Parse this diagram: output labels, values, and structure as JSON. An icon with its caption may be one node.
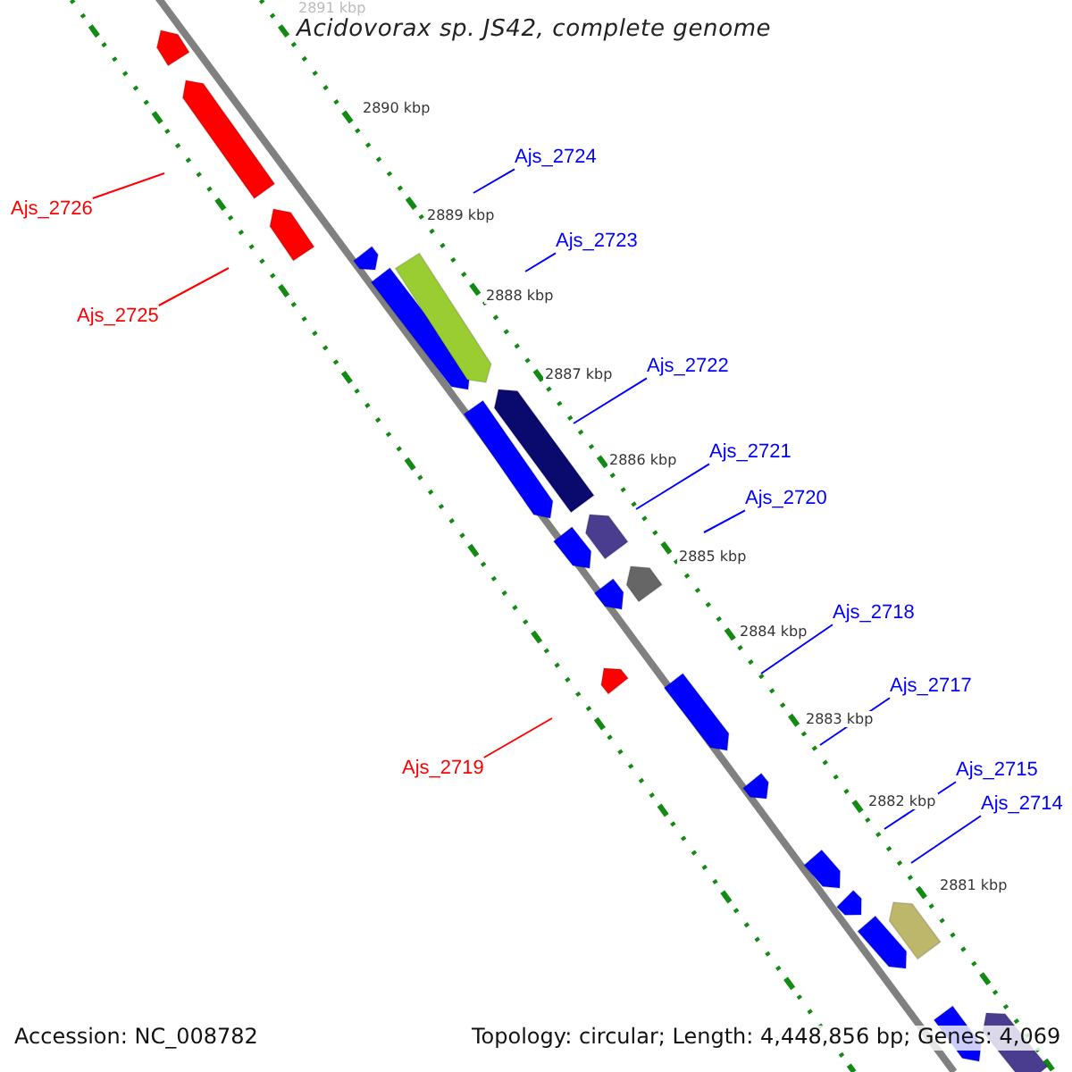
{
  "diagram": {
    "title": "Acidovorax sp. JS42, complete genome",
    "nodes": [
      {
        "text": [
          "Ajs_2724"
        ]
      },
      {
        "text": [
          "Ajs_2726"
        ]
      },
      {
        "text": [
          "Ajs_2723"
        ]
      },
      {
        "text": [
          "Ajs_2725"
        ]
      },
      {
        "text": [
          "Ajs_2722"
        ]
      },
      {
        "text": [
          "Ajs_2721"
        ]
      },
      {
        "text": [
          "Ajs_2720"
        ]
      },
      {
        "text": [
          "Ajs_2718"
        ]
      },
      {
        "text": [
          "Ajs_2717"
        ]
      },
      {
        "text": [
          "Ajs_2719"
        ]
      },
      {
        "text": [
          "Ajs_2715"
        ]
      },
      {
        "text": [
          "Ajs_2714"
        ]
      }
    ],
    "edges": [
      {
        "from": 0,
        "to": null,
        "arrow": "none"
      },
      {
        "from": 1,
        "to": null,
        "arrow": "none",
        "color": "#ff0000"
      },
      {
        "from": 2,
        "to": null,
        "arrow": "none"
      },
      {
        "from": 3,
        "to": null,
        "arrow": "none",
        "color": "#ff0000"
      },
      {
        "from": 4,
        "to": null,
        "arrow": "none"
      },
      {
        "from": 5,
        "to": null,
        "arrow": "none"
      },
      {
        "from": 6,
        "to": null,
        "arrow": "none"
      },
      {
        "from": 7,
        "to": null,
        "arrow": "none"
      },
      {
        "from": 8,
        "to": null,
        "arrow": "none"
      },
      {
        "from": 9,
        "to": null,
        "arrow": "none",
        "color": "#ff0000"
      },
      {
        "from": 10,
        "to": null,
        "arrow": "none"
      },
      {
        "from": 11,
        "to": null,
        "arrow": "none"
      }
    ],
    "labels": [
      "2891 kbp",
      "2890 kbp",
      "2889 kbp",
      "2888 kbp",
      "2887 kbp",
      "2886 kbp",
      "2885 kbp",
      "2884 kbp",
      "2883 kbp",
      "2882 kbp",
      "2881 kbp",
      "Accession: NC_008782",
      "Topology: circular; Length: 4,448,856 bp; Genes: 4,069"
    ]
  }
}
